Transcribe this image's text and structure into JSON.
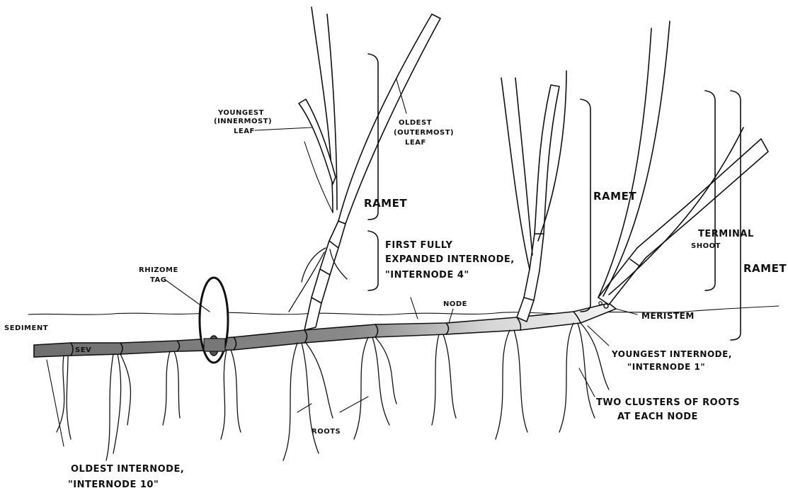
{
  "labels": {
    "youngest_leaf": [
      "YOUNGEST",
      "(INNERMOST)",
      "LEAF"
    ],
    "oldest_leaf": [
      "OLDEST",
      "(OUTERMOST)",
      "LEAF"
    ],
    "ramet_1": "RAMET",
    "ramet_2": "RAMET",
    "ramet_3": "RAMET",
    "first_internode": [
      "FIRST FULLY",
      "EXPANDED INTERNODE,",
      "\"INTERNODE 4\""
    ],
    "terminal_shoot": [
      "TERMINAL",
      "SHOOT"
    ],
    "rhizome_tag": [
      "RHIZOME",
      "TAG"
    ],
    "node": "NODE",
    "sediment": "SEDIMENT",
    "sev": "SEV",
    "meristem": "MERISTEM",
    "youngest_internode": [
      "YOUNGEST INTERNODE,",
      "\"INTERNODE 1\""
    ],
    "two_clusters": [
      "TWO CLUSTERS OF ROOTS",
      "AT EACH NODE"
    ],
    "roots": "ROOTS",
    "oldest_internode": [
      "OLDEST INTERNODE,",
      "\"INTERNODE 10\""
    ]
  },
  "colors": {
    "ink": "#111111",
    "background": "#ffffff",
    "rhizome_dark": "#6e6e6e",
    "rhizome_mid": "#9a9a9a",
    "rhizome_light": "#d6d6d6"
  }
}
